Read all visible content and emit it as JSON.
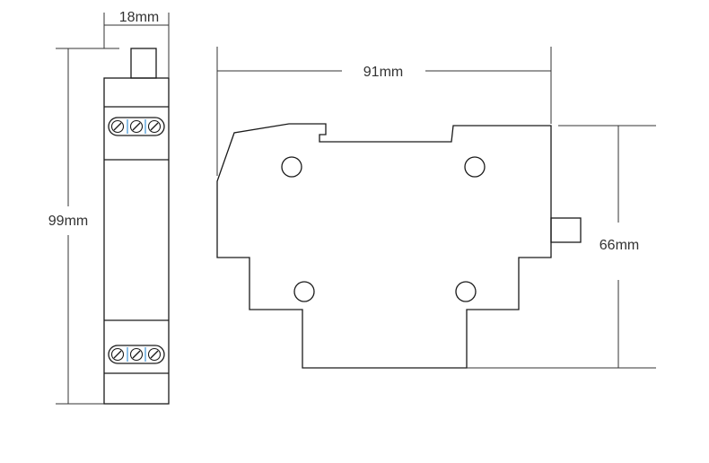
{
  "dimensions": {
    "width_label": "18mm",
    "height_label": "99mm",
    "length_label": "91mm",
    "depth_label": "66mm"
  },
  "colors": {
    "line": "#1a1a1a",
    "dimension_line": "#333333",
    "terminal_divider": "#4a9ad8",
    "background": "#ffffff"
  }
}
